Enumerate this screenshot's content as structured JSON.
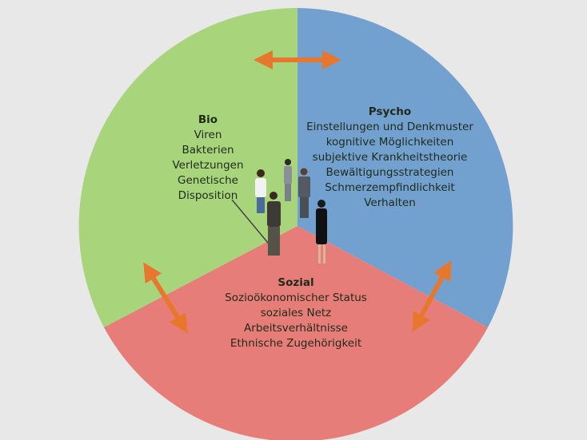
{
  "colors": {
    "bio": "#a8d57c",
    "psycho": "#72a1d0",
    "sozial": "#e77d79",
    "arrow": "#e8772e",
    "background": "#e8e8e8"
  },
  "bio": {
    "title": "Bio",
    "items": [
      "Viren",
      "Bakterien",
      "Verletzungen",
      "Genetische",
      "Disposition"
    ]
  },
  "psycho": {
    "title": "Psycho",
    "items": [
      "Einstellungen und Denkmuster",
      "kognitive Möglichkeiten",
      "subjektive Krankheitstheorie",
      "Bewältigungsstrategien",
      "Schmerzempfindlichkeit",
      "Verhalten"
    ]
  },
  "sozial": {
    "title": "Sozial",
    "items": [
      "Sozioökonomischer Status",
      "soziales Netz",
      "Arbeitsverhältnisse",
      "Ethnische Zugehörigkeit"
    ]
  }
}
